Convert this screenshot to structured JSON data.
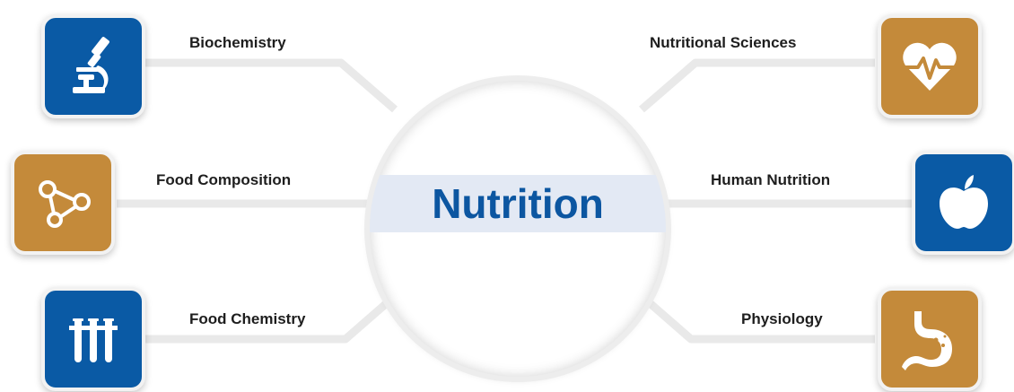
{
  "center": {
    "title": "Nutrition"
  },
  "topics": {
    "biochemistry": {
      "label": "Biochemistry",
      "icon": "microscope-icon",
      "color": "#0a5aa5"
    },
    "food_composition": {
      "label": "Food Composition",
      "icon": "molecule-icon",
      "color": "#c48a3a"
    },
    "food_chemistry": {
      "label": "Food Chemistry",
      "icon": "test-tubes-icon",
      "color": "#0a5aa5"
    },
    "nutritional_sciences": {
      "label": "Nutritional Sciences",
      "icon": "heartbeat-icon",
      "color": "#c48a3a"
    },
    "human_nutrition": {
      "label": "Human Nutrition",
      "icon": "apple-icon",
      "color": "#0a5aa5"
    },
    "physiology": {
      "label": "Physiology",
      "icon": "stomach-icon",
      "color": "#c48a3a"
    }
  },
  "colors": {
    "blue": "#0a5aa5",
    "gold": "#c48a3a",
    "title": "#0c56a1",
    "band": "#e3e9f4"
  }
}
